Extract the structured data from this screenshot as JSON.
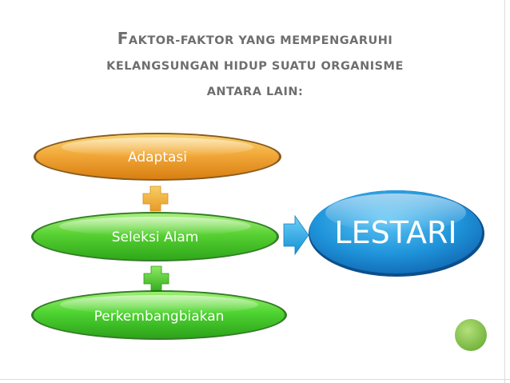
{
  "title": {
    "line1": {
      "cap": "F",
      "rest": "AKTOR-FAKTOR YANG MEMPENGARUHI"
    },
    "line2": "KELANGSUNGAN HIDUP SUATU ORGANISME",
    "line3": "ANTARA LAIN:"
  },
  "factors": [
    {
      "label": "Adaptasi"
    },
    {
      "label": "Seleksi Alam"
    },
    {
      "label": "Perkembangbiakan"
    }
  ],
  "operators": [
    "+",
    "+"
  ],
  "result": {
    "label": "LESTARI"
  },
  "colors": {
    "title": "#6e6e6e",
    "factor_1": "#f0a030",
    "factor_2": "#5ad234",
    "factor_3": "#4ed431",
    "plus": "#f2b53a",
    "plus_2": "#4fd431",
    "arrow": "#1fa4e0",
    "result": "#1f8bd0",
    "corner_dot": "#8bc34a"
  },
  "icons": {
    "plus": "plus-icon",
    "arrow": "right-arrow-icon",
    "dot": "circle-icon"
  }
}
